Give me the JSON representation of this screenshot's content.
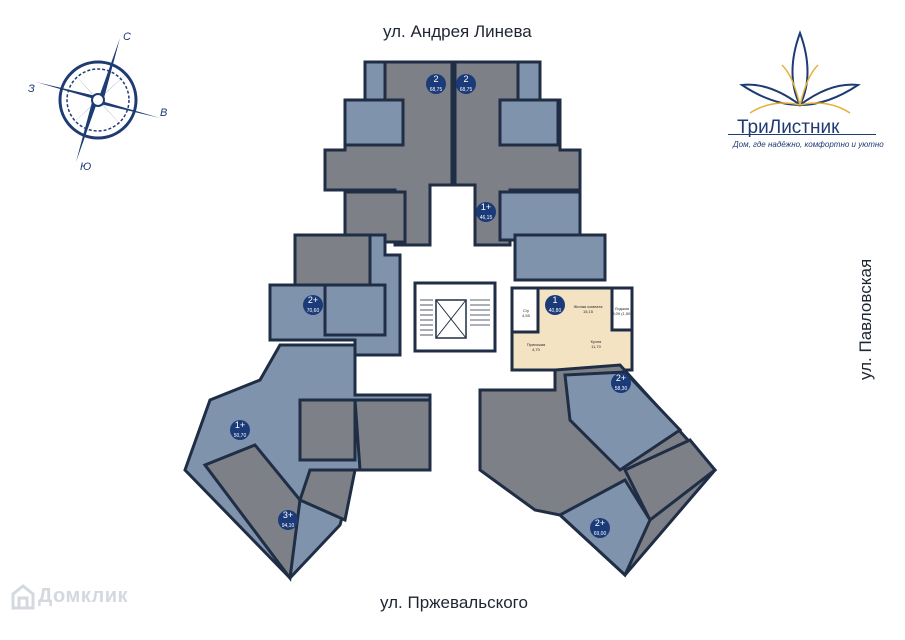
{
  "streets": {
    "top": "ул. Андрея Линева",
    "bottom": "ул. Пржевальского",
    "right": "ул. Павловская"
  },
  "compass": {
    "north": "С",
    "west": "З",
    "east": "В",
    "south": "Ю"
  },
  "brand": {
    "name": "ТриЛистник",
    "tagline": "Дом, где надёжно, комфортно и уютно"
  },
  "watermark": "Домклик",
  "colors": {
    "outline": "#1f2d45",
    "unit_grey": "#7d8087",
    "unit_blue": "#7f93ad",
    "highlight": "#f3e3c2",
    "badge": "#1b3a78"
  },
  "apartments": [
    {
      "rooms": "2",
      "area": "68,75"
    },
    {
      "rooms": "2",
      "area": "68,75"
    },
    {
      "rooms": "1+",
      "area": "46,15"
    },
    {
      "rooms": "2+",
      "area": "70,60"
    },
    {
      "rooms": "1",
      "area": "40,80"
    },
    {
      "rooms": "2+",
      "area": "58,30"
    },
    {
      "rooms": "1+",
      "area": "50,70"
    },
    {
      "rooms": "3+",
      "area": "94,10"
    },
    {
      "rooms": "2+",
      "area": "69,00"
    }
  ],
  "highlight_rooms": [
    {
      "name": "Жилая комната",
      "area": "15,15"
    },
    {
      "name": "Лоджия",
      "area": "3,00 (1,50)"
    },
    {
      "name": "С/у",
      "area": "4,55"
    },
    {
      "name": "Прихожая",
      "area": "4,70"
    },
    {
      "name": "Кухня",
      "area": "11,70"
    }
  ]
}
